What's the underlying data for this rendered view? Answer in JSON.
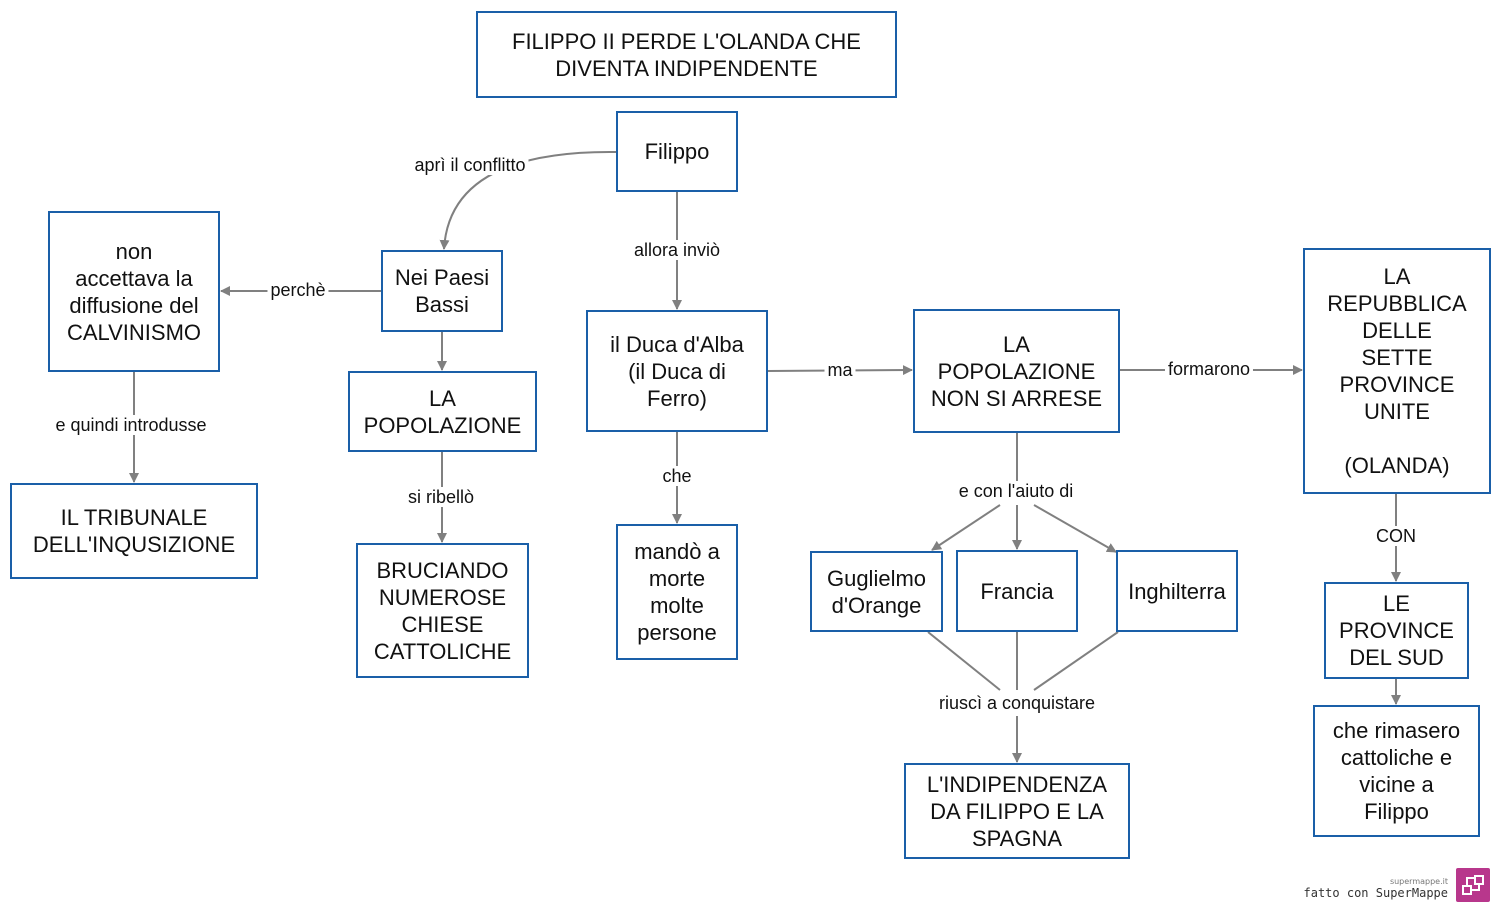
{
  "nodes": {
    "title": "FILIPPO II PERDE L'OLANDA CHE\nDIVENTA INDIPENDENTE",
    "filippo": "Filippo",
    "paesi_bassi": "Nei Paesi\nBassi",
    "calvinismo": "non\naccettava la\ndiffusione del\nCALVINISMO",
    "tribunale": "IL TRIBUNALE\nDELL'INQUSIZIONE",
    "popolazione": "LA\nPOPOLAZIONE",
    "bruciando": "BRUCIANDO\nNUMEROSE\nCHIESE\nCATTOLICHE",
    "duca": "il Duca d'Alba\n(il Duca di\nFerro)",
    "mando": "mandò a\nmorte\nmolte\npersone",
    "non_arrese": "LA\nPOPOLAZIONE\nNON SI ARRESE",
    "guglielmo": "Guglielmo\nd'Orange",
    "francia": "Francia",
    "inghilterra": "Inghilterra",
    "indipendenza": "L'INDIPENDENZA\nDA FILIPPO E LA\nSPAGNA",
    "repubblica": "LA\nREPUBBLICA\nDELLE\nSETTE\nPROVINCE\nUNITE\n\n(OLANDA)",
    "province_sud": "LE\nPROVINCE\nDEL SUD",
    "rimasero": "che rimasero\ncattoliche e\nvicine a\nFilippo"
  },
  "labels": {
    "apri": "aprì il conflitto",
    "allora": "allora inviò",
    "perche": "perchè",
    "e_quindi": "e quindi  introdusse",
    "si_ribello": "si ribellò",
    "che": "che",
    "ma": "ma",
    "formarono": "formarono",
    "e_con": "e con l'aiuto di",
    "riusci": "riuscì a conquistare",
    "con": "CON"
  },
  "footer": {
    "site": "supermappe.it",
    "made_with": "fatto con SuperMappe"
  },
  "colors": {
    "box_border": "#1a5fa8",
    "edge": "#808080",
    "logo": "#b8378c"
  }
}
